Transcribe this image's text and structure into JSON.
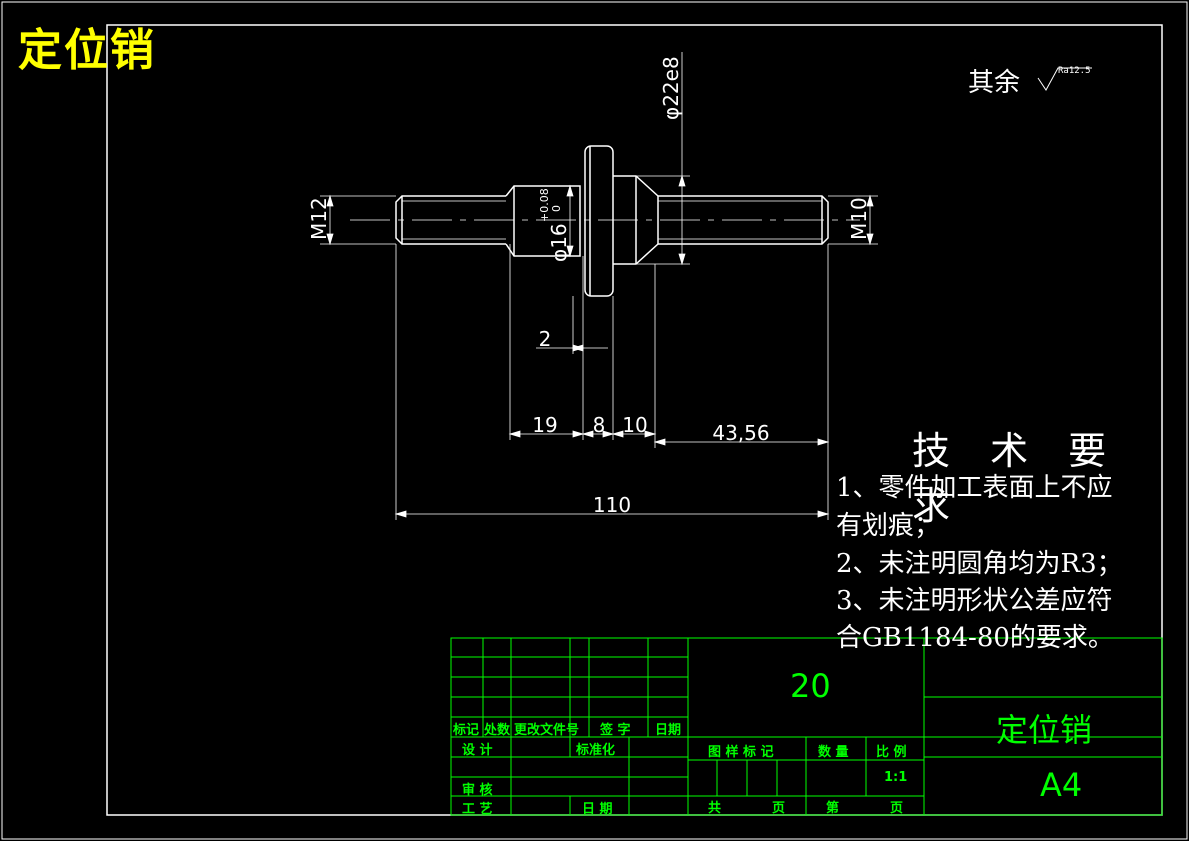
{
  "header": {
    "title": "定位销"
  },
  "roughness": {
    "label": "其余",
    "value": "Ra12.5"
  },
  "dimensions": {
    "d22": "φ22e8",
    "d16": "φ16",
    "d16_tol_upper": "+0.08",
    "d16_tol_lower": "0",
    "m12": "M12",
    "m10": "M10",
    "two": "2",
    "nineteen": "19",
    "eight": "8",
    "ten": "10",
    "l4356": "43,56",
    "l110": "110"
  },
  "requirements": {
    "title": "技 术 要 求",
    "lines": [
      "1、零件加工表面上不应",
      "有划痕；",
      "2、未注明圆角均为R3；",
      "3、未注明形状公差应符",
      "合GB1184-80的要求。"
    ]
  },
  "title_block": {
    "row_mark": "标记",
    "row_count": "处数",
    "row_doc": "更改文件号",
    "row_sign": "签 字",
    "row_date": "日期",
    "design": "设 计",
    "standard": "标准化",
    "review": "审 核",
    "process": "工 艺",
    "date": "日 期",
    "drawing_mark": "图 样 标 记",
    "quantity": "数 量",
    "scale_label": "比 例",
    "scale": "1:1",
    "total": "共",
    "page1": "页",
    "nth": "第",
    "page2": "页",
    "material": "20",
    "part_name": "定位销",
    "size": "A4"
  },
  "colors": {
    "line": "#ffffff",
    "title": "#ffff00",
    "block": "#00ff00"
  }
}
